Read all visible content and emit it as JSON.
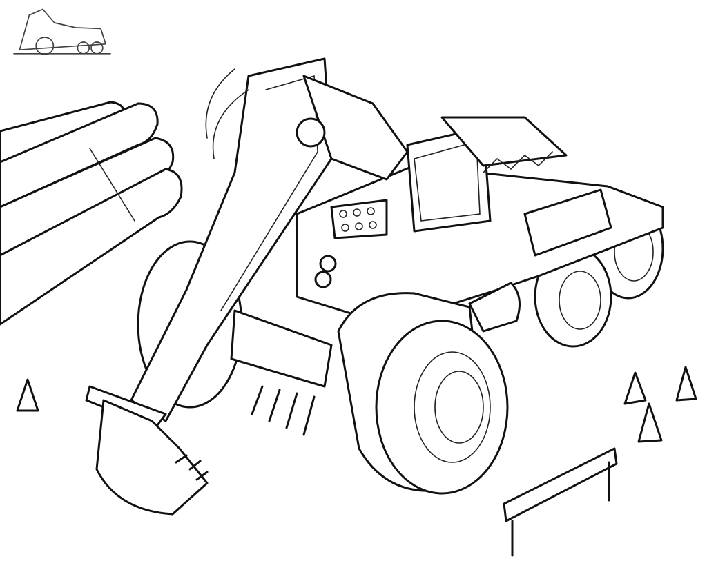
{
  "artwork": {
    "style": "ink line drawing",
    "colors": {
      "ink": "#111111",
      "paper": "#ffffff"
    },
    "subjects": [
      "excavator-vehicle",
      "pipe-bundle",
      "traffic-cones",
      "barrier",
      "thumbnail-sketch"
    ]
  }
}
